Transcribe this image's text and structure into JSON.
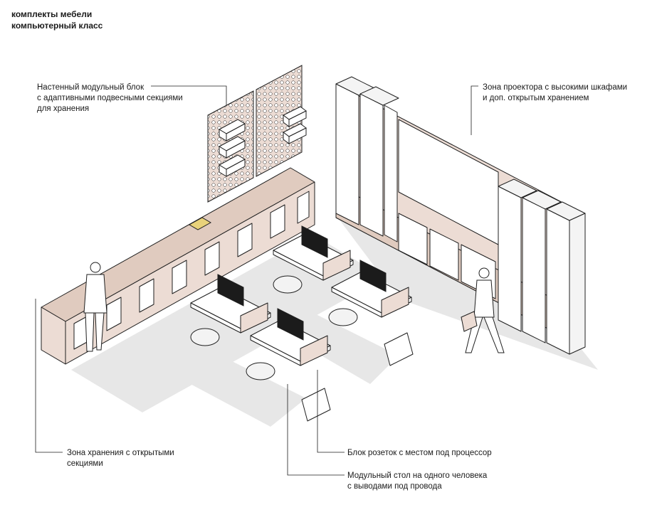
{
  "header": {
    "line1": "комплекты мебели",
    "line2": "компьютерный класс"
  },
  "callouts": [
    {
      "id": "wall-block",
      "lines": [
        "Настенный модульный блок",
        "с адаптивными подвесными секциями",
        "для хранения"
      ]
    },
    {
      "id": "projector-zone",
      "lines": [
        "Зона проектора с высокими шкафами",
        "и доп. открытым хранением"
      ]
    },
    {
      "id": "storage-zone",
      "lines": [
        "Зона хранения с открытыми",
        "секциями"
      ]
    },
    {
      "id": "socket-block",
      "lines": [
        "Блок розеток с местом под процессор"
      ]
    },
    {
      "id": "modular-desk",
      "lines": [
        "Модульный стол на одного человека",
        "с выводами под провода"
      ]
    }
  ],
  "colors": {
    "line": "#1f1f1f",
    "wood": "#ecdcd4",
    "wood_dark": "#e0cbbf",
    "shadow": "#e6e6e6",
    "screen": "#1b1b1b",
    "accent": "#e8d27a"
  }
}
